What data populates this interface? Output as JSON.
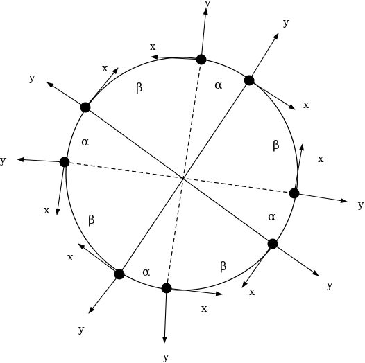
{
  "diagram": {
    "axis_labels": {
      "x": "x",
      "y": "y"
    },
    "greek_labels": {
      "alpha": "α",
      "beta": "β"
    },
    "points": [
      {
        "id": "p1"
      },
      {
        "id": "p2"
      },
      {
        "id": "p3"
      },
      {
        "id": "p4"
      },
      {
        "id": "p5"
      },
      {
        "id": "p6"
      },
      {
        "id": "p7"
      },
      {
        "id": "p8"
      }
    ],
    "chords": [
      {
        "from": "p1",
        "to": "p5",
        "style": "dashed"
      },
      {
        "from": "p2",
        "to": "p6",
        "style": "solid"
      },
      {
        "from": "p3",
        "to": "p7",
        "style": "dashed"
      },
      {
        "from": "p4",
        "to": "p8",
        "style": "solid"
      }
    ],
    "region_labels": [
      {
        "greek": "beta"
      },
      {
        "greek": "alpha"
      },
      {
        "greek": "alpha"
      },
      {
        "greek": "beta"
      },
      {
        "greek": "beta"
      },
      {
        "greek": "alpha"
      },
      {
        "greek": "alpha"
      },
      {
        "greek": "beta"
      }
    ],
    "colors": {
      "stroke": "#000000",
      "background": "#ffffff"
    }
  }
}
